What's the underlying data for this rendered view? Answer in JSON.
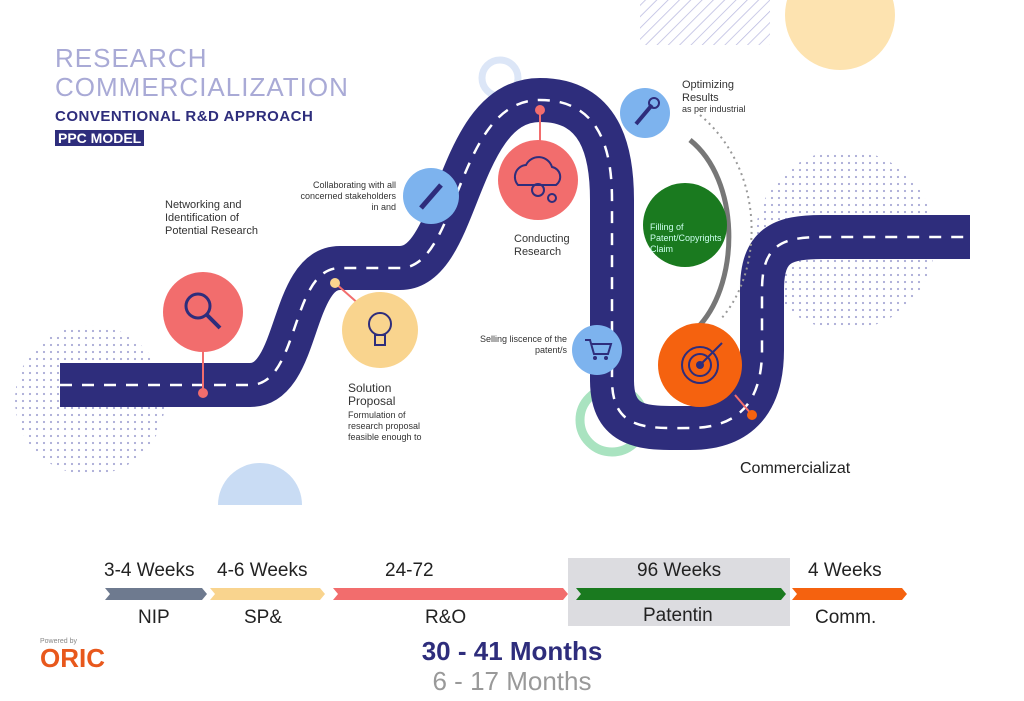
{
  "title": {
    "line1": "RESEARCH",
    "line2": "COMMERCIALIZATION",
    "subtitle": "CONVENTIONAL R&D APPROACH",
    "badge": "PPC MODEL"
  },
  "colors": {
    "road": "#2e2d7c",
    "red": "#f26d6d",
    "yellow": "#f9d48e",
    "blue": "#7db3ee",
    "green": "#1a7a1f",
    "orange": "#f5620f",
    "gray": "#6e7a8f"
  },
  "steps": [
    {
      "icon": "magnifier-icon",
      "label": "Networking and Identification of Potential Research"
    },
    {
      "icon": "lightbulb-icon",
      "label": "Solution Proposal",
      "desc": "Formulation of research proposal feasible enough to"
    },
    {
      "icon": "pencil-icon",
      "label": "Collaborating with all concerned stakeholders in and"
    },
    {
      "icon": "gears-icon",
      "label": "Conducting Research"
    },
    {
      "icon": "wrench-icon",
      "label": "Optimizing Results",
      "desc": "as per industrial"
    },
    {
      "icon": "none",
      "label": "Filling of Patent/Copyrights Claim"
    },
    {
      "icon": "cart-icon",
      "label": "Selling liscence of the patent/s"
    },
    {
      "icon": "target-icon",
      "label": "Commercializat"
    }
  ],
  "timeline": [
    {
      "duration": "3-4 Weeks",
      "phase": "NIP",
      "color": "#6e7a8f"
    },
    {
      "duration": "4-6 Weeks",
      "phase": "SP&",
      "color": "#f9d48e"
    },
    {
      "duration": "24-72",
      "phase": "R&O",
      "color": "#f26d6d"
    },
    {
      "duration": "96 Weeks",
      "phase": "Patentin",
      "color": "#1a7a1f"
    },
    {
      "duration": "4 Weeks",
      "phase": "Comm.",
      "color": "#f5620f"
    }
  ],
  "totals": {
    "conventional": "30 - 41 Months",
    "ppc": "6 - 17 Months"
  },
  "logo": {
    "powered": "Powered by",
    "name": "ORIC"
  }
}
